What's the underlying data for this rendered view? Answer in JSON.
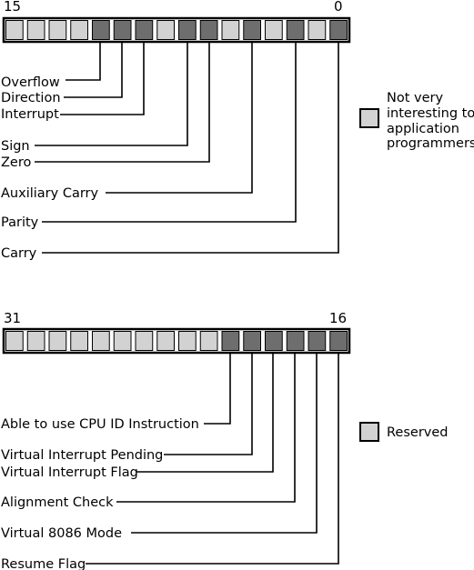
{
  "colors": {
    "light_cell": "#d2d2d2",
    "dark_cell": "#6e6e6e",
    "cell_border": "#000000",
    "line": "#000000",
    "background": "#ffffff"
  },
  "lower_register": {
    "high_bit": "15",
    "low_bit": "0",
    "bits": [
      {
        "bit": 15,
        "kind": "light"
      },
      {
        "bit": 14,
        "kind": "light"
      },
      {
        "bit": 13,
        "kind": "light"
      },
      {
        "bit": 12,
        "kind": "light"
      },
      {
        "bit": 11,
        "kind": "dark"
      },
      {
        "bit": 10,
        "kind": "dark"
      },
      {
        "bit": 9,
        "kind": "dark"
      },
      {
        "bit": 8,
        "kind": "light"
      },
      {
        "bit": 7,
        "kind": "dark"
      },
      {
        "bit": 6,
        "kind": "dark"
      },
      {
        "bit": 5,
        "kind": "light"
      },
      {
        "bit": 4,
        "kind": "dark"
      },
      {
        "bit": 3,
        "kind": "light"
      },
      {
        "bit": 2,
        "kind": "dark"
      },
      {
        "bit": 1,
        "kind": "light"
      },
      {
        "bit": 0,
        "kind": "dark"
      }
    ],
    "flags": [
      {
        "name": "Overflow",
        "bit": 11
      },
      {
        "name": "Direction",
        "bit": 10
      },
      {
        "name": "Interrupt",
        "bit": 9
      },
      {
        "name": "Sign",
        "bit": 7
      },
      {
        "name": "Zero",
        "bit": 6
      },
      {
        "name": "Auxiliary Carry",
        "bit": 4
      },
      {
        "name": "Parity",
        "bit": 2
      },
      {
        "name": "Carry",
        "bit": 0
      }
    ],
    "legend": {
      "swatch": "light",
      "lines": [
        "Not very",
        "interesting to",
        "application",
        "programmers"
      ]
    }
  },
  "upper_register": {
    "high_bit": "31",
    "low_bit": "16",
    "bits": [
      {
        "bit": 31,
        "kind": "light"
      },
      {
        "bit": 30,
        "kind": "light"
      },
      {
        "bit": 29,
        "kind": "light"
      },
      {
        "bit": 28,
        "kind": "light"
      },
      {
        "bit": 27,
        "kind": "light"
      },
      {
        "bit": 26,
        "kind": "light"
      },
      {
        "bit": 25,
        "kind": "light"
      },
      {
        "bit": 24,
        "kind": "light"
      },
      {
        "bit": 23,
        "kind": "light"
      },
      {
        "bit": 22,
        "kind": "light"
      },
      {
        "bit": 21,
        "kind": "dark"
      },
      {
        "bit": 20,
        "kind": "dark"
      },
      {
        "bit": 19,
        "kind": "dark"
      },
      {
        "bit": 18,
        "kind": "dark"
      },
      {
        "bit": 17,
        "kind": "dark"
      },
      {
        "bit": 16,
        "kind": "dark"
      }
    ],
    "flags": [
      {
        "name": "Able to use CPU ID Instruction",
        "bit": 21
      },
      {
        "name": "Virtual Interrupt Pending",
        "bit": 20
      },
      {
        "name": "Virtual Interrupt Flag",
        "bit": 19
      },
      {
        "name": "Alignment Check",
        "bit": 18
      },
      {
        "name": "Virtual 8086 Mode",
        "bit": 17
      },
      {
        "name": "Resume Flag",
        "bit": 16
      }
    ],
    "legend": {
      "swatch": "light",
      "lines": [
        "Reserved"
      ]
    }
  }
}
